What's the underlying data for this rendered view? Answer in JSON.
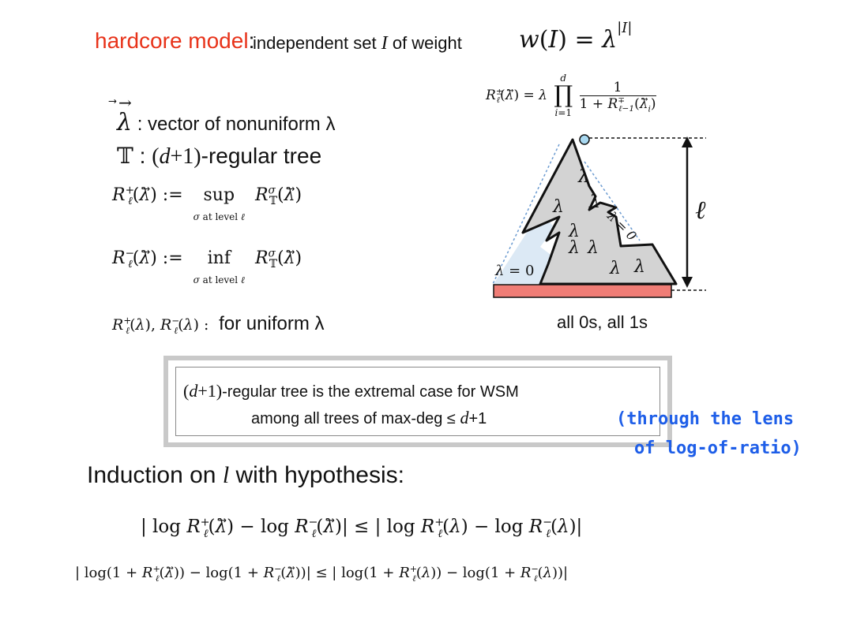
{
  "title": {
    "model_name": "hardcore model",
    "colon": ":",
    "description": "independent set",
    "set_symbol": "I",
    "of_weight": "of weight",
    "weight_formula": "w(I) = λ|I|"
  },
  "definitions": {
    "lambda_vec_symbol": "λ⃗",
    "lambda_vec_text": ": vector of nonuniform λ",
    "tree_symbol": "𝕋",
    "tree_text_prefix": ":",
    "tree_text_d": "(d+1)",
    "tree_text_suffix": "-regular tree",
    "r_plus_def": "R+ℓ(λ⃗) := sup σ at level ℓ Rσ𝕋(λ⃗)",
    "r_minus_def": "R−ℓ(λ⃗) := inf σ at level ℓ Rσ𝕋(λ⃗)",
    "uniform_symbols": "R+ℓ(λ), R−ℓ(λ) :",
    "uniform_text": "for uniform λ"
  },
  "recursion_formula": "R±ℓ(λ⃗) = λ ∏ 1/(1 + R∓ℓ−1(λ⃗i))",
  "tree_figure": {
    "lambda_label": "λ",
    "lambda_zero_label": "λ = 0",
    "ell_label": "ℓ",
    "caption": "all 0s, all 1s",
    "colors": {
      "tree_fill": "#d3d3d3",
      "blue_region": "#dce9f5",
      "base_bar": "#f07d76",
      "root_dot": "#a8d8f0"
    }
  },
  "wsm_box": {
    "line1_d": "(d+1)",
    "line1_text": "-regular tree is the extremal case for WSM",
    "line2_text": "among all trees of max-deg ≤",
    "line2_d": "d",
    "line2_plus": "+1"
  },
  "blue_note": {
    "line1": "(through the lens",
    "line2": "of log-of-ratio)"
  },
  "induction": {
    "text": "Induction on",
    "var": "l",
    "text2": "with hypothesis:",
    "ineq1": "| log R+ℓ(λ⃗) − log R−ℓ(λ⃗)| ≤ | log R+ℓ(λ) − log R−ℓ(λ)|",
    "ineq2": "| log(1 + R+ℓ(λ⃗)) − log(1 + R−ℓ(λ⃗))| ≤ | log(1 + R+ℓ(λ)) − log(1 + R−ℓ(λ))|"
  }
}
